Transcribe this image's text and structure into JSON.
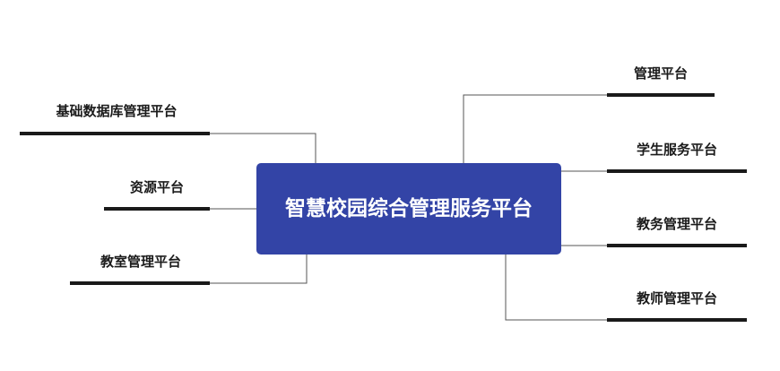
{
  "center": {
    "title": "智慧校园综合管理服务平台"
  },
  "left_branches": [
    {
      "label": "基础数据库管理平台"
    },
    {
      "label": "资源平台"
    },
    {
      "label": "教室管理平台"
    }
  ],
  "right_branches": [
    {
      "label": "管理平台"
    },
    {
      "label": "学生服务平台"
    },
    {
      "label": "教务管理平台"
    },
    {
      "label": "教师管理平台"
    }
  ],
  "colors": {
    "center_fill": "#3344a6",
    "center_text": "#ffffff",
    "bar": "#1a1a1a",
    "connector": "#555555"
  }
}
